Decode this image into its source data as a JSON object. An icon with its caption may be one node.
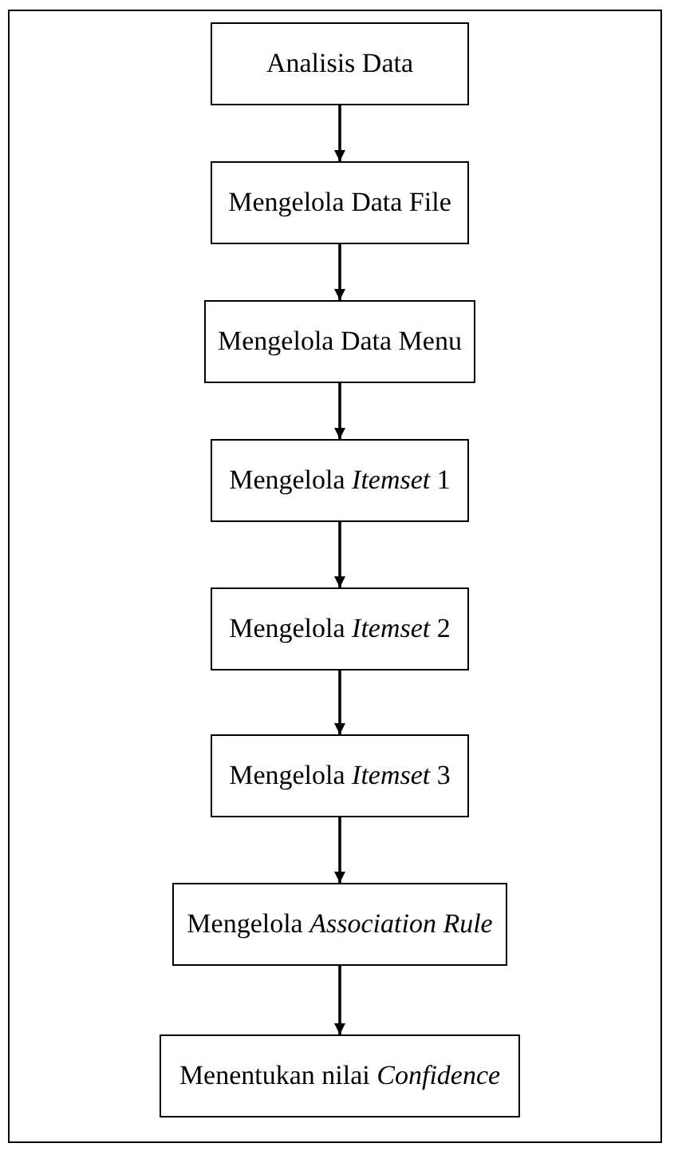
{
  "diagram": {
    "nodes": [
      {
        "text": [
          "Analisis Data"
        ]
      },
      {
        "text": [
          "Mengelola Data File"
        ]
      },
      {
        "text": [
          "Mengelola Data Menu"
        ]
      },
      {
        "text": [
          "Mengelola *Itemset* 1"
        ]
      },
      {
        "text": [
          "Mengelola *Itemset* 2"
        ]
      },
      {
        "text": [
          "Mengelola *Itemset* 3"
        ]
      },
      {
        "text": [
          "Mengelola *Association Rule*"
        ]
      },
      {
        "text": [
          "Menentukan nilai *Confidence*"
        ]
      }
    ],
    "edges": [
      {
        "from": 0,
        "to": 1,
        "arrow": "to"
      },
      {
        "from": 1,
        "to": 2,
        "arrow": "to"
      },
      {
        "from": 2,
        "to": 3,
        "arrow": "to"
      },
      {
        "from": 3,
        "to": 4,
        "arrow": "to"
      },
      {
        "from": 4,
        "to": 5,
        "arrow": "to"
      },
      {
        "from": 5,
        "to": 6,
        "arrow": "to"
      },
      {
        "from": 6,
        "to": 7,
        "arrow": "to"
      }
    ]
  }
}
